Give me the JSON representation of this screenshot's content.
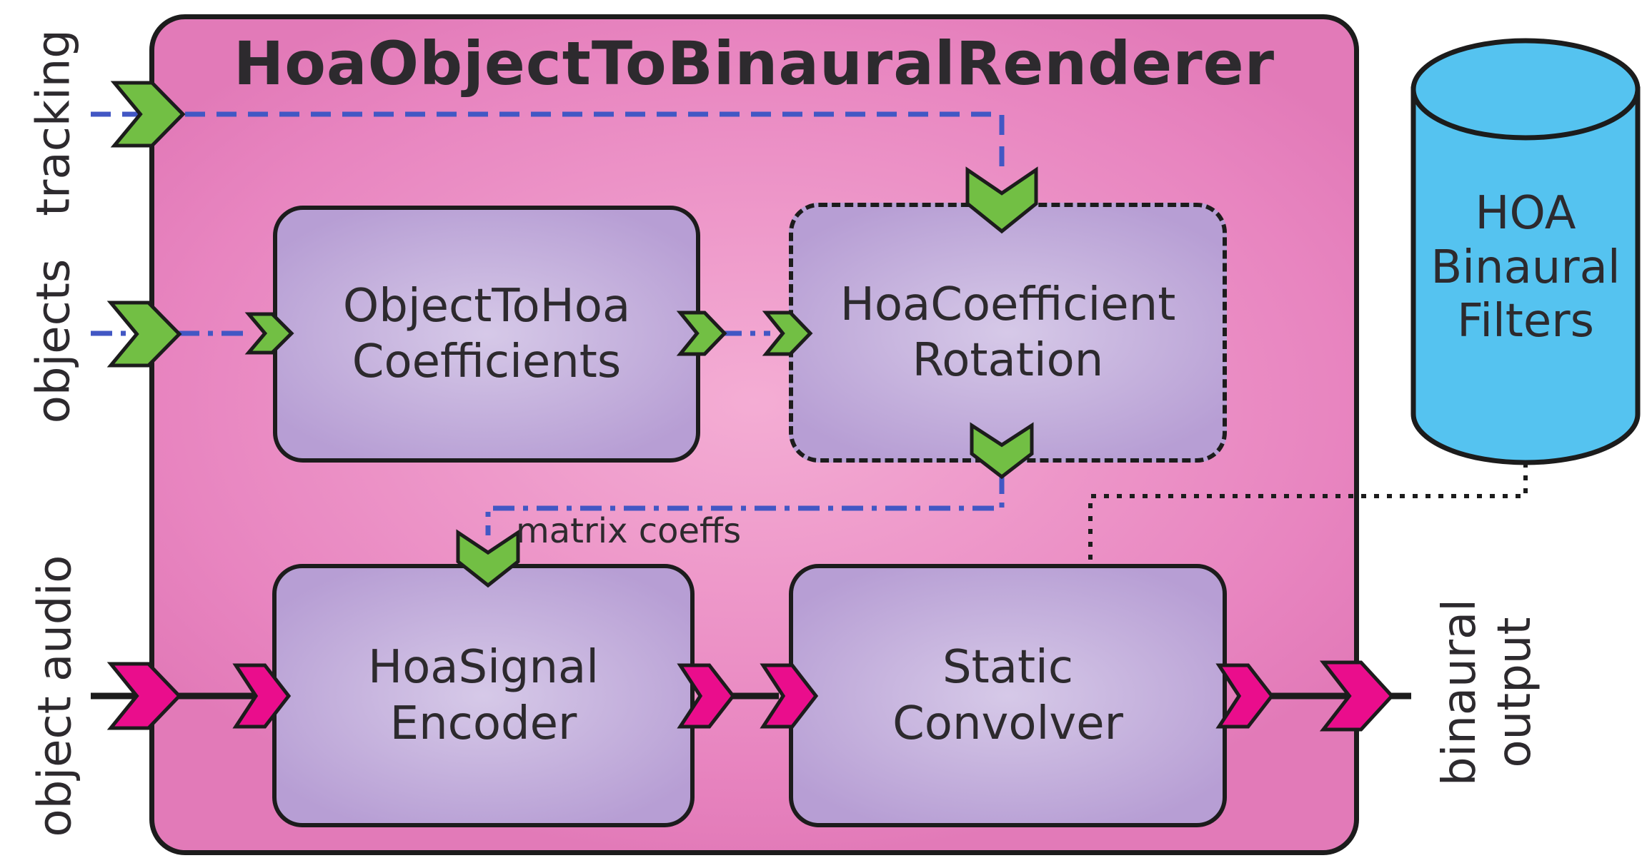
{
  "title": "HoaObjectToBinauralRenderer",
  "blocks": {
    "object_to_hoa": {
      "label": "ObjectToHoa\nCoefficients"
    },
    "hoa_coefficient_rotation": {
      "label": "HoaCoefficient\nRotation"
    },
    "hoa_signal_encoder": {
      "label": "HoaSignal\nEncoder"
    },
    "static_convolver": {
      "label": "Static\nConvolver"
    }
  },
  "database": {
    "label": "HOA\nBinaural\nFilters"
  },
  "io_labels": {
    "tracking": "tracking",
    "objects": "objects",
    "object_audio": "object audio",
    "binaural_output": "binaural\noutput"
  },
  "annotations": {
    "matrix_coeffs": "matrix coeffs"
  },
  "colors": {
    "container-pink": "#e885c0",
    "container-pink-deep": "#e27ab8",
    "container-pink-light": "#f4add4",
    "block-purple": "#b79ed4",
    "block-purple-light": "#d6c9e8",
    "arrow-green": "#72bf44",
    "arrow-magenta": "#ea0d8c",
    "db-blue": "#55c3f0",
    "line-blue": "#4257c4",
    "outline-dark": "#1c1c1c",
    "text-dark": "#2d2a2e"
  }
}
